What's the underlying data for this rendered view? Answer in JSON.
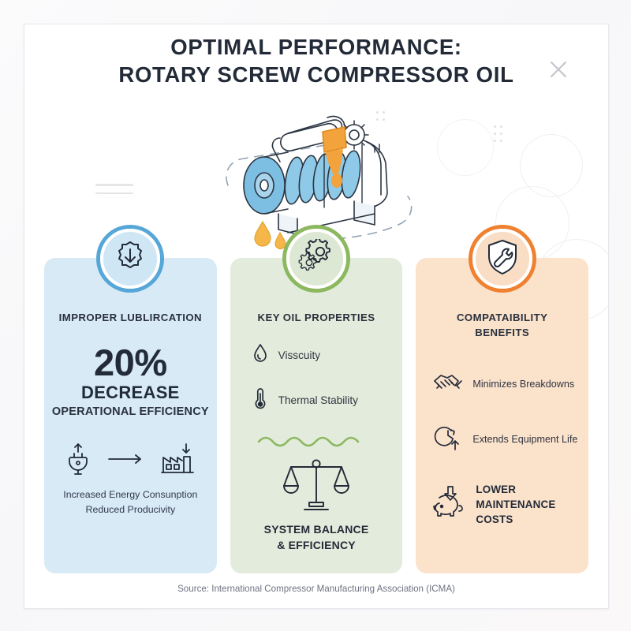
{
  "header": {
    "title_line1": "OPTIMAL PERFORMANCE:",
    "title_line2": "ROTARY SCREW COMPRESSOR OIL",
    "close_icon": "close-x-icon"
  },
  "hero": {
    "icon": "rotary-screw-compressor-illustration",
    "oil_color": "#f2a33c",
    "body_color": "#7cbfe3"
  },
  "cards": [
    {
      "accent": "#56a7d8",
      "background": "#d7eaf6",
      "badge_icon": "gear-down-arrow-icon",
      "title": "IMPROPER LUBLIRCATION",
      "stat_value": "20%",
      "stat_label": "DECREASE",
      "stat_sublabel": "OPERATIONAL EFFICIENCY",
      "flow": [
        {
          "icon": "power-plug-up-arrow-icon"
        },
        {
          "icon": "arrow-right-icon"
        },
        {
          "icon": "factory-down-arrow-icon"
        }
      ],
      "footer_line1": "Increased Energy Consunption",
      "footer_line2": "Reduced Producivity"
    },
    {
      "accent": "#8cb860",
      "background": "#e3ecdc",
      "badge_icon": "two-gears-icon",
      "title": "KEY OIL PROPERTIES",
      "items": [
        {
          "icon": "oil-droplet-icon",
          "label": "Visscuity"
        },
        {
          "icon": "thermometer-icon",
          "label": "Thermal Stability"
        }
      ],
      "divider_icon": "wavy-line-divider",
      "footer_icon": "balance-scale-icon",
      "footer_line1": "SYSTEM BALANCE",
      "footer_line2": "& EFFICIENCY"
    },
    {
      "accent": "#ef8130",
      "background": "#fbe2cb",
      "badge_icon": "shield-wrench-icon",
      "title_line1": "COMPATAIBILITY",
      "title_line2": "BENEFITS",
      "items": [
        {
          "icon": "handshake-icon",
          "label": "Minimizes Breakdowns",
          "emphasis": false
        },
        {
          "icon": "clock-up-arrow-icon",
          "label": "Extends Equipment Life",
          "emphasis": false
        },
        {
          "icon": "piggy-bank-down-arrow-icon",
          "label": "LOWER\nMAINTENANCE\nCOSTS",
          "emphasis": true
        }
      ]
    }
  ],
  "footer": {
    "source": "Source: International Compressor Manufacturing Association (ICMA)"
  }
}
